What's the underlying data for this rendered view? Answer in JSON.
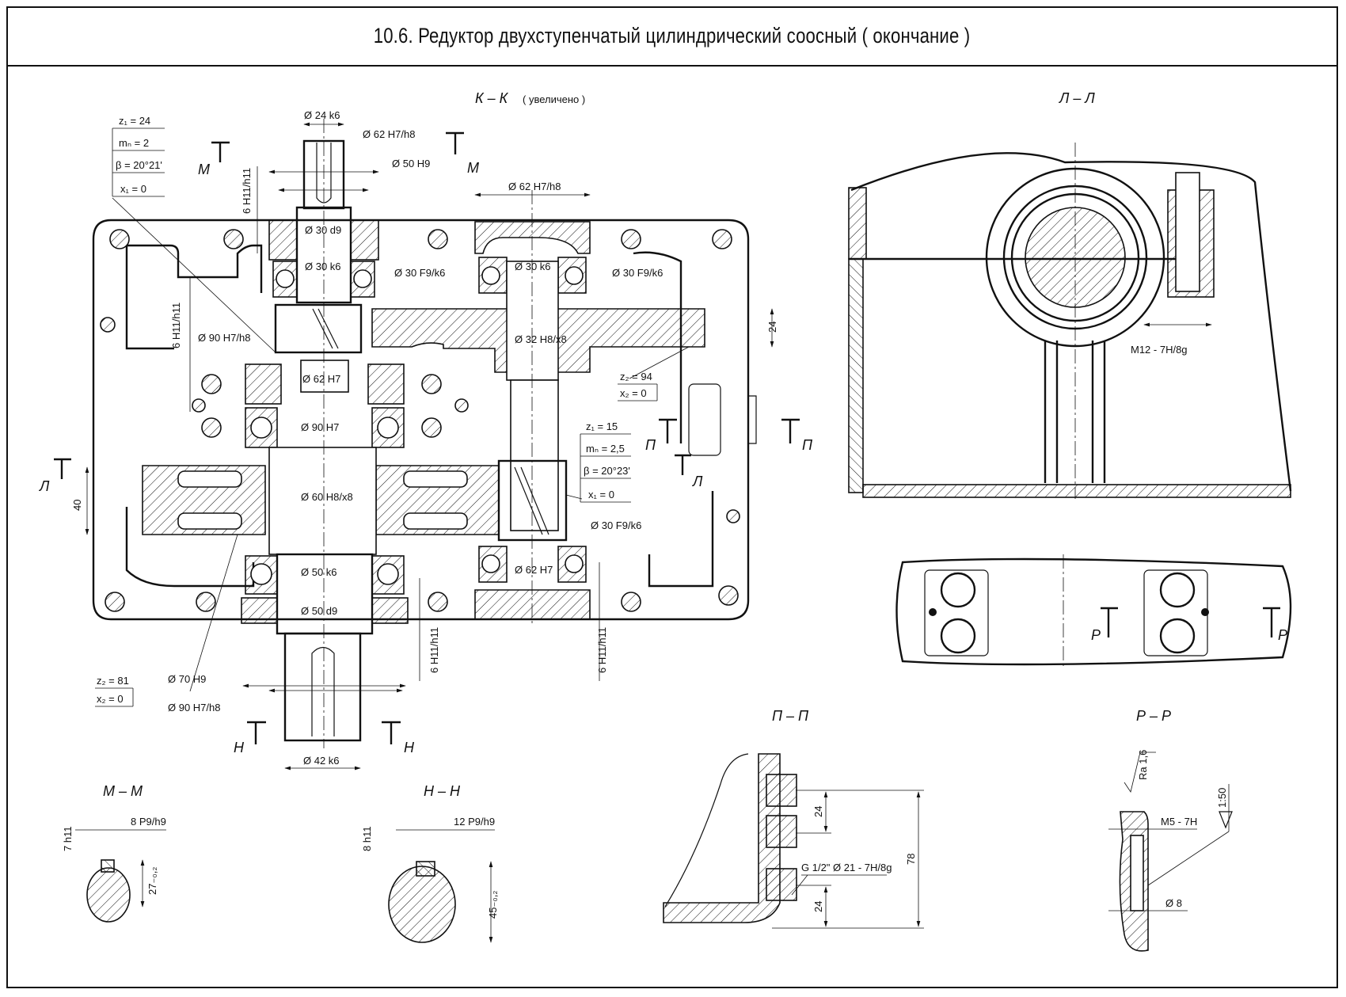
{
  "title": "10.6. Редуктор двухступенчатый цилиндрический соосный ( окончание )",
  "views": {
    "main": {
      "label": "К – К",
      "note": "( увеличено )",
      "section_marks": {
        "M": "М",
        "H": "Н",
        "L": "Л",
        "P": "П"
      },
      "dims": {
        "d24k6": "Ø 24 k6",
        "d62h7h8_top": "Ø 62 H7/h8",
        "d50h9": "Ø 50 H9",
        "d62h7h8_right": "Ø 62 H7/h8",
        "d30d9": "Ø 30 d9",
        "d30k6_left": "Ø 30 k6",
        "d30k6_right": "Ø 30 k6",
        "d30f9k6_top": "Ø 30 F9/k6",
        "d30f9k6_right": "Ø 30 F9/k6",
        "d30f9k6_bottom": "Ø 30 F9/k6",
        "d90h7h8": "Ø 90 H7/h8",
        "d62h7_left": "Ø 62 H7",
        "d32h8x8": "Ø 32 H8/x8",
        "d90h7": "Ø 90 H7",
        "d60h8x8": "Ø 60 H8/x8",
        "d62h7_right": "Ø 62 H7",
        "d50k6": "Ø 50 k6",
        "d50d9": "Ø 50 d9",
        "d70h9": "Ø 70 H9",
        "d90h7h8_bottom": "Ø 90 H7/h8",
        "d42k6": "Ø 42 k6",
        "h6_top": "6 H11/h11",
        "h6_mid": "6 H11/h11",
        "h6_bottom": "6 H11/h11",
        "h6_right": "6 H11/h11",
        "w24": "24",
        "w40": "40"
      },
      "gear_tables": {
        "gear1_top": [
          "z₁ = 24",
          "mₙ = 2",
          "β = 20°21'",
          "x₁ = 0"
        ],
        "gear2_top": [
          "z₂ = 94",
          "x₂ = 0"
        ],
        "gear1_bottom": [
          "z₁ = 15",
          "mₙ = 2,5",
          "β = 20°23'",
          "x₁ = 0"
        ],
        "gear2_bottom": [
          "z₂ = 81",
          "x₂ = 0"
        ]
      }
    },
    "section_LL": {
      "label": "Л – Л",
      "thread": "M12 - 7H/8g"
    },
    "plan_view": {
      "marks": [
        "Р",
        "Р"
      ]
    },
    "section_PP": {
      "label": "П – П",
      "thread": "G 1/2\" Ø 21 - 7H/8g",
      "dims": [
        "24",
        "24",
        "78"
      ]
    },
    "section_RR": {
      "label": "Р – Р",
      "roughness": "Ra 1,6",
      "thread": "M5 - 7H",
      "taper": "1:50",
      "diameter": "Ø 8"
    },
    "section_MM": {
      "label": "М – М",
      "key": "8 P9/h9",
      "height": "7 h11",
      "dim": "27₋₀,₂"
    },
    "section_HH": {
      "label": "Н – Н",
      "key": "12 P9/h9",
      "height": "8 h11",
      "dim": "45₋₀,₂"
    }
  }
}
